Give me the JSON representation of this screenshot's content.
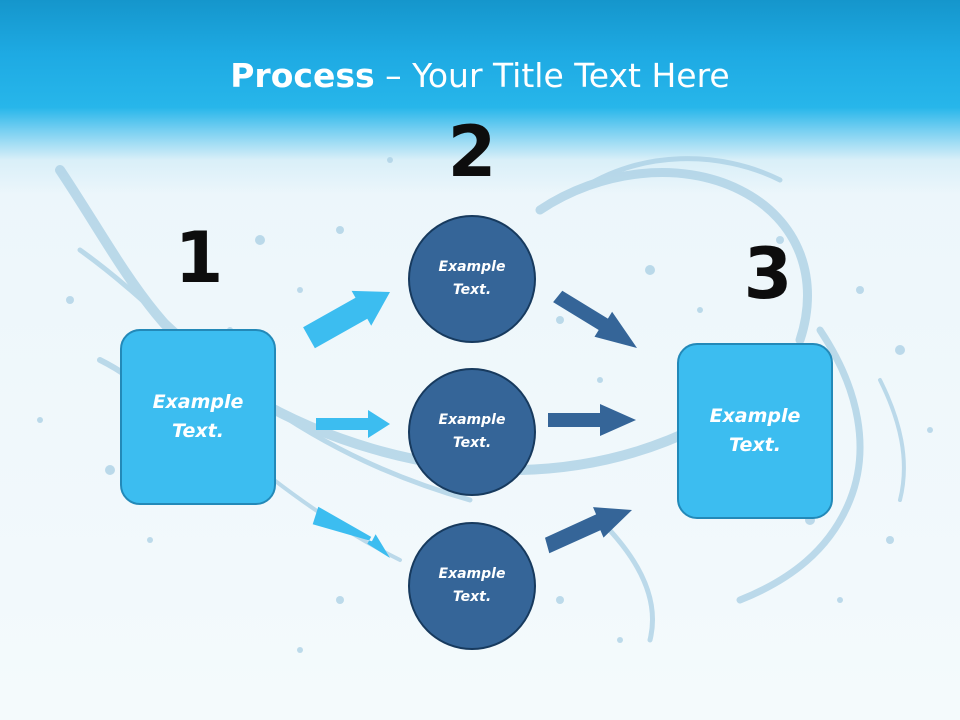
{
  "title": {
    "bold": "Process",
    "rest": " – Your Title Text Here"
  },
  "numbers": {
    "one": "1",
    "two": "2",
    "three": "3"
  },
  "left_box": {
    "text": "Example Text."
  },
  "right_box": {
    "text": "Example Text."
  },
  "circles": [
    {
      "text": "Example Text."
    },
    {
      "text": "Example Text."
    },
    {
      "text": "Example Text."
    }
  ],
  "colors": {
    "header": "#1eaae3",
    "box_fill": "#3cbdf0",
    "circle_fill": "#356598",
    "arrow_light": "#3cbdf0",
    "arrow_dark": "#356598"
  }
}
